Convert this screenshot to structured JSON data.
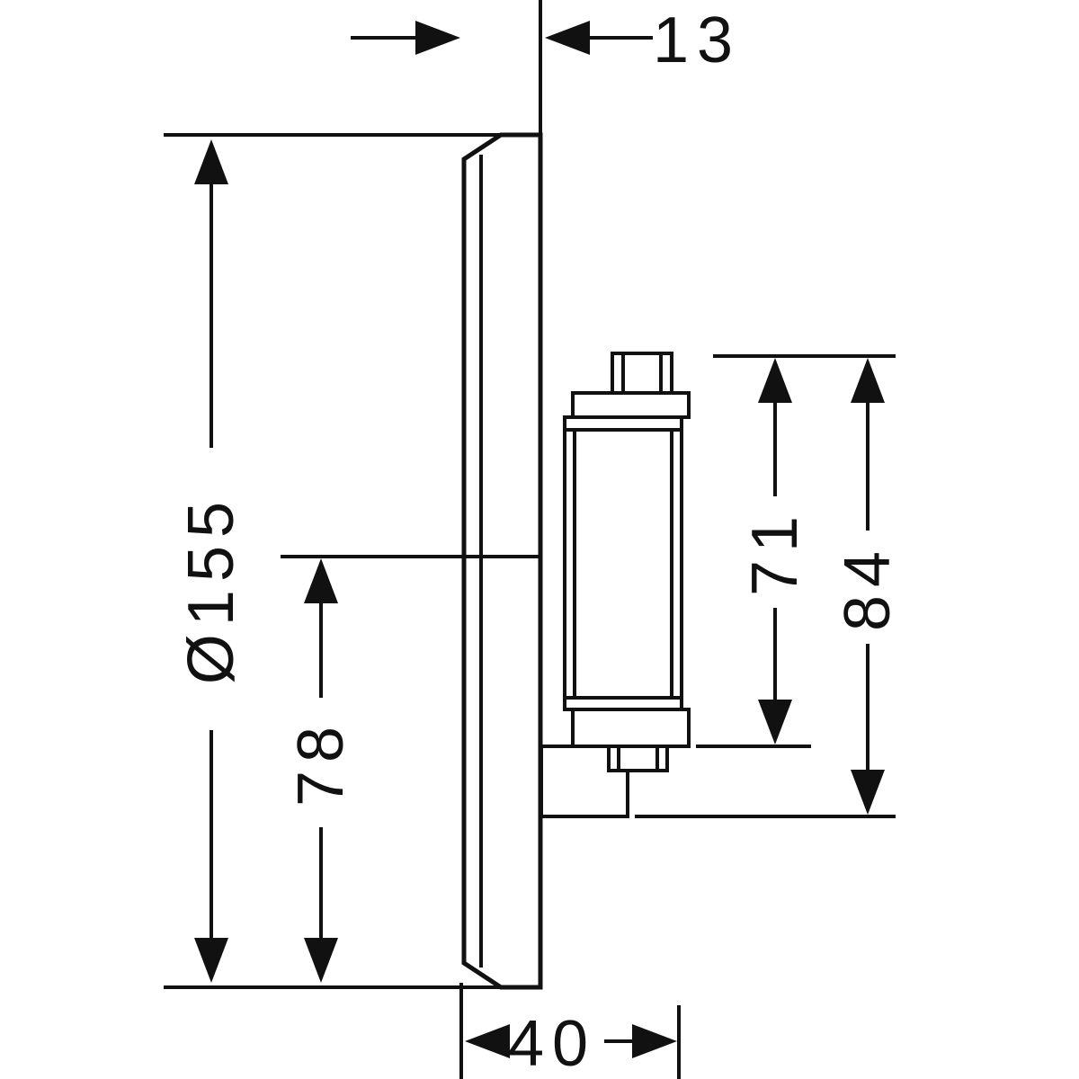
{
  "drawing": {
    "kind": "technical-dimension-drawing",
    "view": "side-profile-of-round-plate-valve",
    "labels": {
      "plate_depth": "13",
      "plate_diameter": "Ø155",
      "center_to_bottom": "78",
      "body_height_inner": "71",
      "body_height_outer": "84",
      "installation_depth": "40"
    },
    "colors": {
      "line": "#111111",
      "background": "#ffffff"
    }
  }
}
